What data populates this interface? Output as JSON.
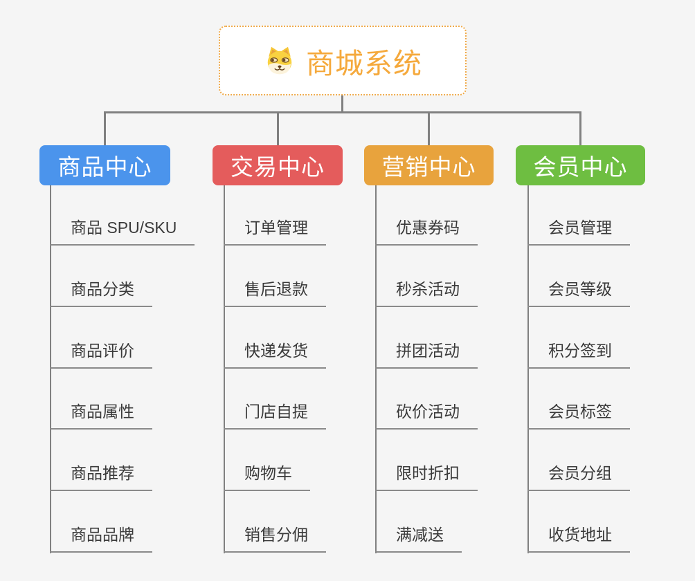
{
  "colors": {
    "background": "#F5F5F5",
    "connector": "#808080",
    "underline": "#8A8A8A",
    "leaf_text": "#3A3A3A",
    "root_text": "#F5A93C",
    "root_border": "#F0AB4C",
    "root_background": "#FFFFFF",
    "branch_text": "#FFFFFF"
  },
  "root": {
    "title": "商城系统",
    "icon": "dog-face-icon"
  },
  "branches": [
    {
      "label": "商品中心",
      "color": "#4B94EC",
      "items": [
        "商品 SPU/SKU",
        "商品分类",
        "商品评价",
        "商品属性",
        "商品推荐",
        "商品品牌"
      ]
    },
    {
      "label": "交易中心",
      "color": "#E45C5C",
      "items": [
        "订单管理",
        "售后退款",
        "快递发货",
        "门店自提",
        "购物车",
        "销售分佣"
      ]
    },
    {
      "label": "营销中心",
      "color": "#E8A33D",
      "items": [
        "优惠券码",
        "秒杀活动",
        "拼团活动",
        "砍价活动",
        "限时折扣",
        "满减送"
      ]
    },
    {
      "label": "会员中心",
      "color": "#6EBE41",
      "items": [
        "会员管理",
        "会员等级",
        "积分签到",
        "会员标签",
        "会员分组",
        "收货地址"
      ]
    }
  ]
}
